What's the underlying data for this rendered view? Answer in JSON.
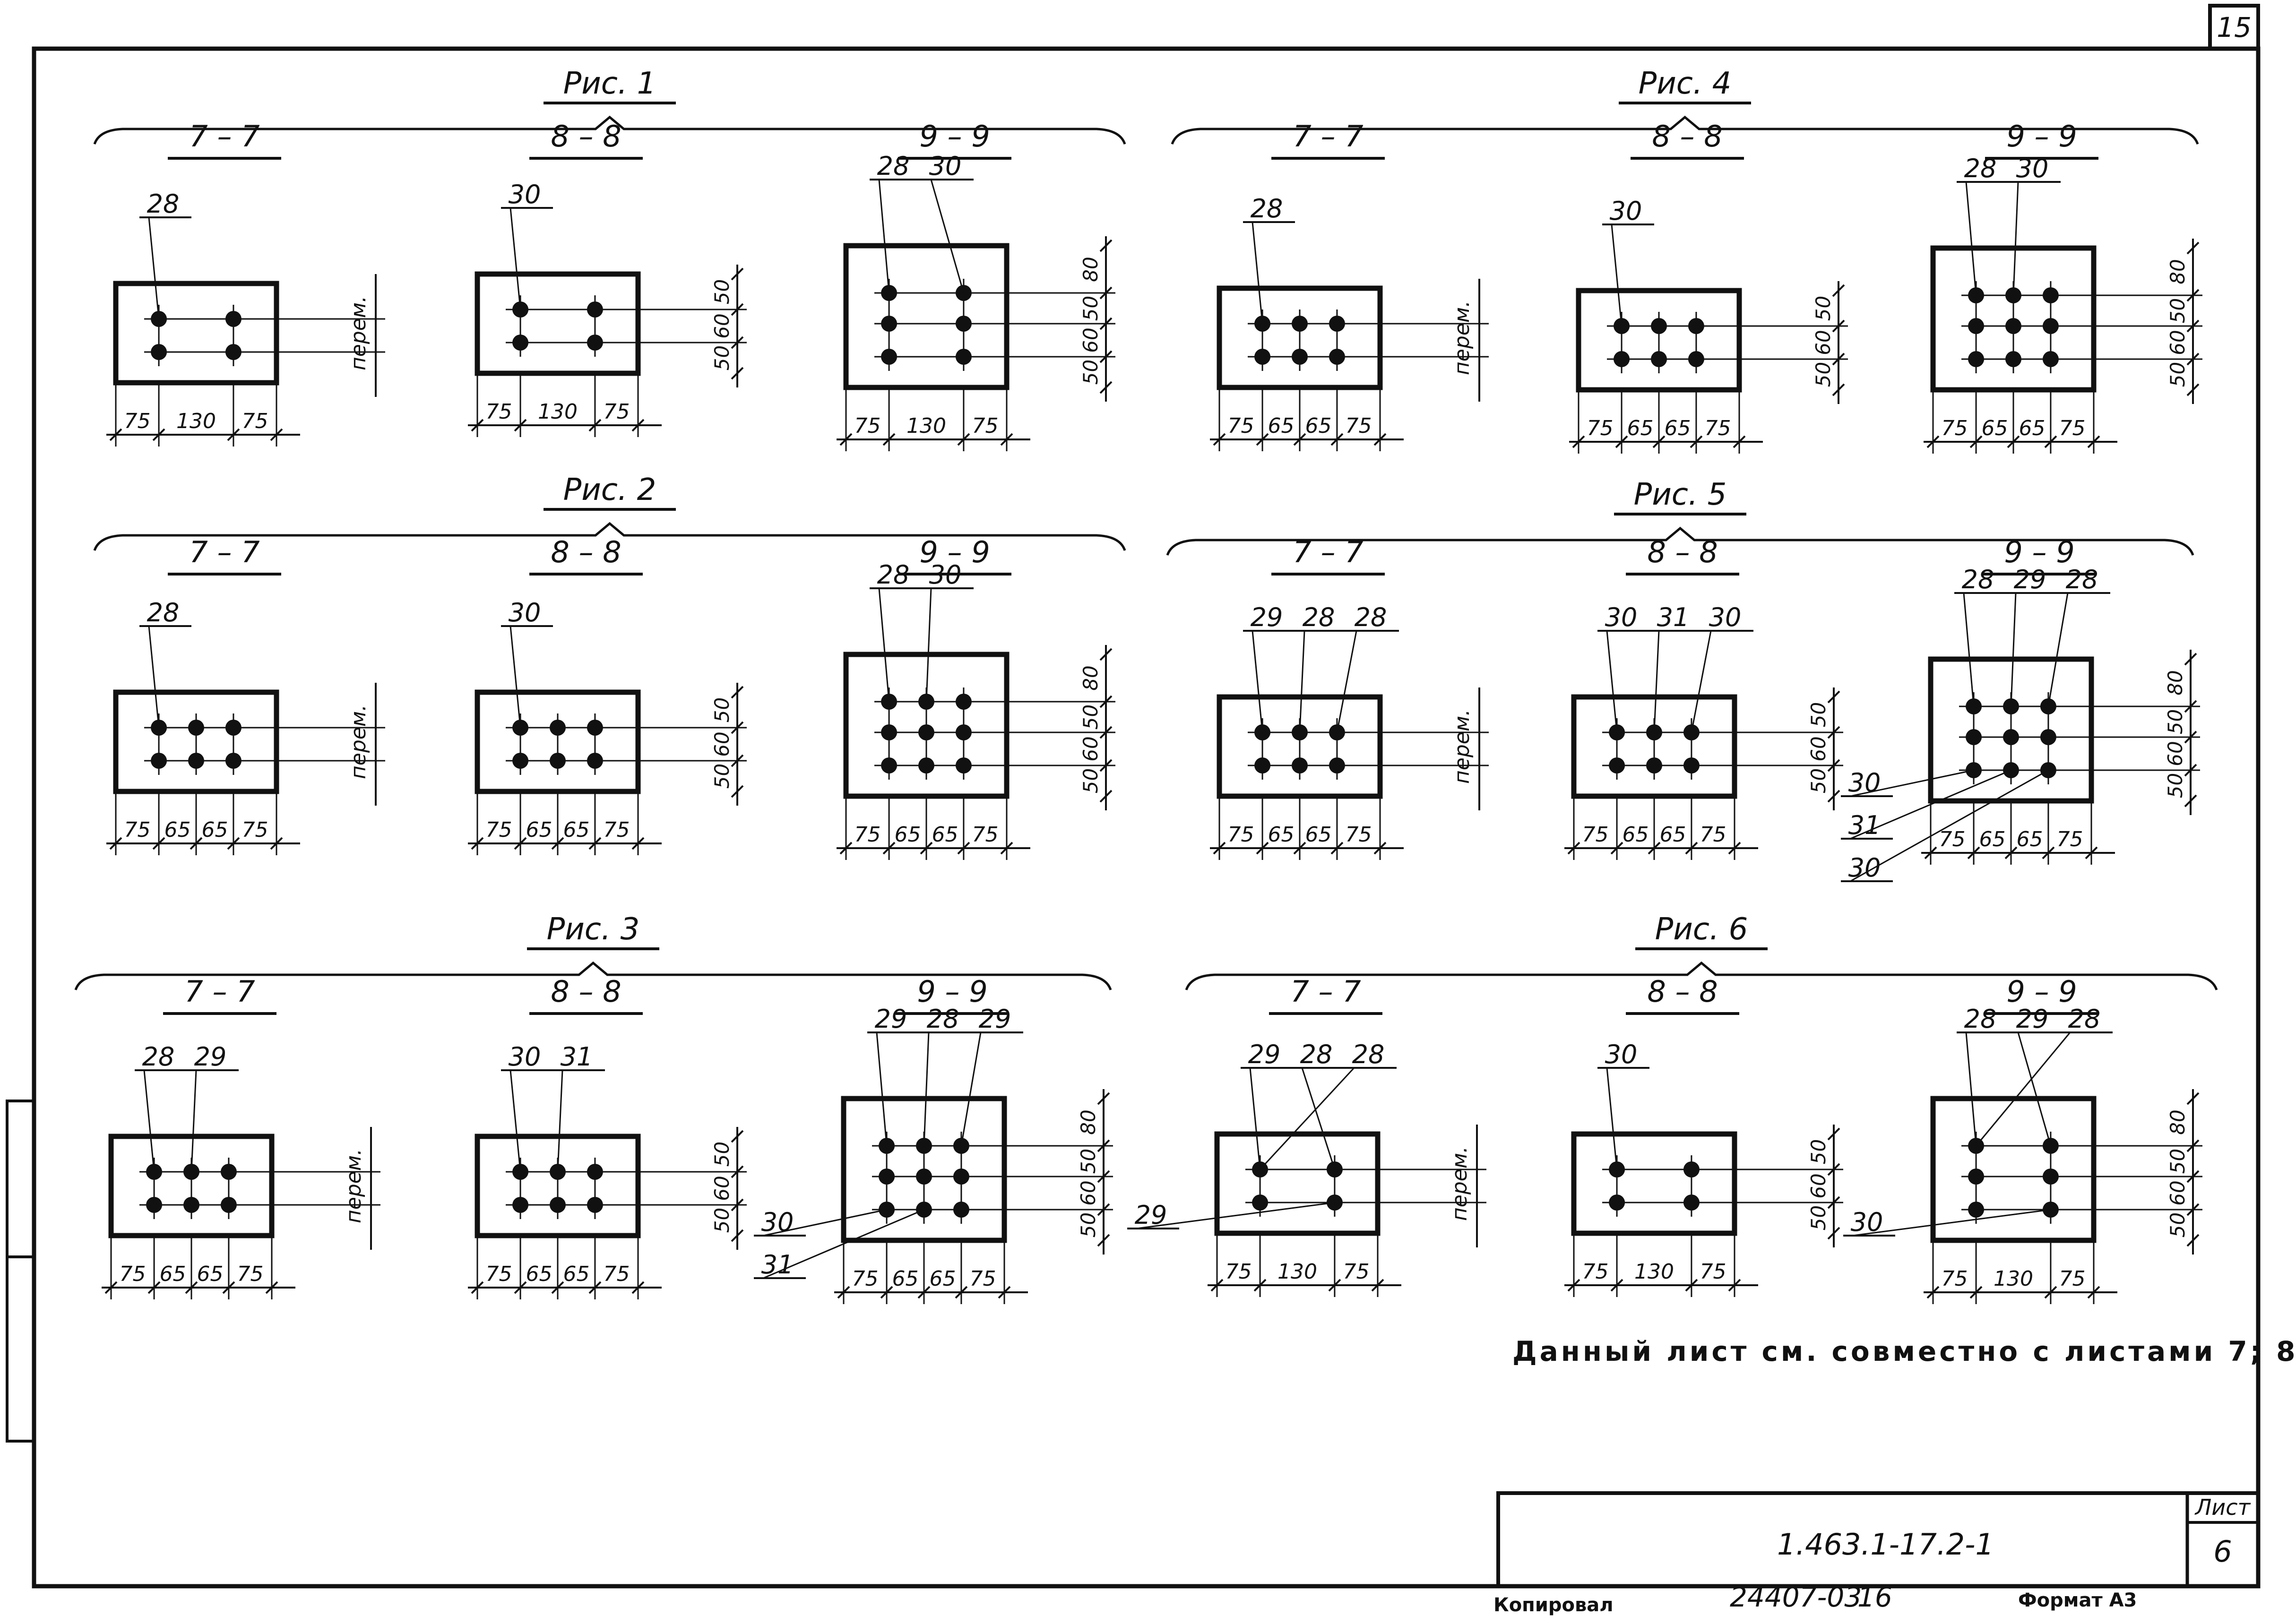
{
  "sheet": {
    "corner_number": "15",
    "note": "Данный лист см. совместно с листами 7; 8.",
    "document_code": "1.463.1-17.2-1",
    "sheet_label": "Лист",
    "sheet_number": "6",
    "copied_label": "Копировал",
    "archive_number": "24407-03",
    "archive_sheet": "16",
    "format_label": "Формат А3"
  },
  "figures": [
    {
      "title": "Рис. 1",
      "sections": [
        {
          "label": "7 – 7",
          "dims_bottom": [
            "75",
            "130",
            "75"
          ],
          "dims_right": [
            "перем."
          ],
          "callouts": [
            "28"
          ]
        },
        {
          "label": "8 – 8",
          "dims_bottom": [
            "75",
            "130",
            "75"
          ],
          "dims_right": [
            "50",
            "60",
            "50"
          ],
          "callouts": [
            "30"
          ]
        },
        {
          "label": "9 – 9",
          "dims_bottom": [
            "75",
            "130",
            "75"
          ],
          "dims_right": [
            "80",
            "50",
            "60",
            "50"
          ],
          "callouts": [
            "28",
            "30"
          ]
        }
      ]
    },
    {
      "title": "Рис. 2",
      "sections": [
        {
          "label": "7 – 7",
          "dims_bottom": [
            "75",
            "65",
            "65",
            "75"
          ],
          "dims_right": [
            "перем."
          ],
          "callouts": [
            "28"
          ]
        },
        {
          "label": "8 – 8",
          "dims_bottom": [
            "75",
            "65",
            "65",
            "75"
          ],
          "dims_right": [
            "50",
            "60",
            "50"
          ],
          "callouts": [
            "30"
          ]
        },
        {
          "label": "9 – 9",
          "dims_bottom": [
            "75",
            "65",
            "65",
            "75"
          ],
          "dims_right": [
            "80",
            "50",
            "60",
            "50"
          ],
          "callouts": [
            "28",
            "30"
          ]
        }
      ]
    },
    {
      "title": "Рис. 3",
      "sections": [
        {
          "label": "7 – 7",
          "dims_bottom": [
            "75",
            "65",
            "65",
            "75"
          ],
          "dims_right": [
            "перем."
          ],
          "callouts": [
            "28",
            "29"
          ]
        },
        {
          "label": "8 – 8",
          "dims_bottom": [
            "75",
            "65",
            "65",
            "75"
          ],
          "dims_right": [
            "50",
            "60",
            "50"
          ],
          "callouts": [
            "30",
            "31"
          ]
        },
        {
          "label": "9 – 9",
          "dims_bottom": [
            "75",
            "65",
            "65",
            "75"
          ],
          "dims_right": [
            "80",
            "50",
            "60",
            "50"
          ],
          "callouts": [
            "29",
            "28",
            "29",
            "30",
            "31"
          ]
        }
      ]
    },
    {
      "title": "Рис. 4",
      "sections": [
        {
          "label": "7 – 7",
          "dims_bottom": [
            "75",
            "65",
            "65",
            "75"
          ],
          "dims_right": [
            "перем."
          ],
          "callouts": [
            "28"
          ]
        },
        {
          "label": "8 – 8",
          "dims_bottom": [
            "75",
            "65",
            "65",
            "75"
          ],
          "dims_right": [
            "50",
            "60",
            "50"
          ],
          "callouts": [
            "30"
          ]
        },
        {
          "label": "9 – 9",
          "dims_bottom": [
            "75",
            "65",
            "65",
            "75"
          ],
          "dims_right": [
            "80",
            "50",
            "60",
            "50"
          ],
          "callouts": [
            "28",
            "30"
          ]
        }
      ]
    },
    {
      "title": "Рис. 5",
      "sections": [
        {
          "label": "7 – 7",
          "dims_bottom": [
            "75",
            "65",
            "65",
            "75"
          ],
          "dims_right": [
            "перем."
          ],
          "callouts": [
            "29",
            "28",
            "28"
          ]
        },
        {
          "label": "8 – 8",
          "dims_bottom": [
            "75",
            "65",
            "65",
            "75"
          ],
          "dims_right": [
            "50",
            "60",
            "50"
          ],
          "callouts": [
            "30",
            "31",
            "30"
          ]
        },
        {
          "label": "9 – 9",
          "dims_bottom": [
            "75",
            "65",
            "65",
            "75"
          ],
          "dims_right": [
            "80",
            "50",
            "60",
            "50"
          ],
          "callouts": [
            "28",
            "29",
            "28",
            "30",
            "31",
            "30"
          ]
        }
      ]
    },
    {
      "title": "Рис. 6",
      "sections": [
        {
          "label": "7 – 7",
          "dims_bottom": [
            "75",
            "130",
            "75"
          ],
          "dims_right": [
            "перем."
          ],
          "callouts": [
            "29",
            "28",
            "28",
            "29"
          ]
        },
        {
          "label": "8 – 8",
          "dims_bottom": [
            "75",
            "130",
            "75"
          ],
          "dims_right": [
            "50",
            "60",
            "50"
          ],
          "callouts": [
            "30"
          ]
        },
        {
          "label": "9 – 9",
          "dims_bottom": [
            "75",
            "130",
            "75"
          ],
          "dims_right": [
            "80",
            "50",
            "60",
            "50"
          ],
          "callouts": [
            "28",
            "29",
            "28",
            "30"
          ]
        }
      ]
    }
  ]
}
